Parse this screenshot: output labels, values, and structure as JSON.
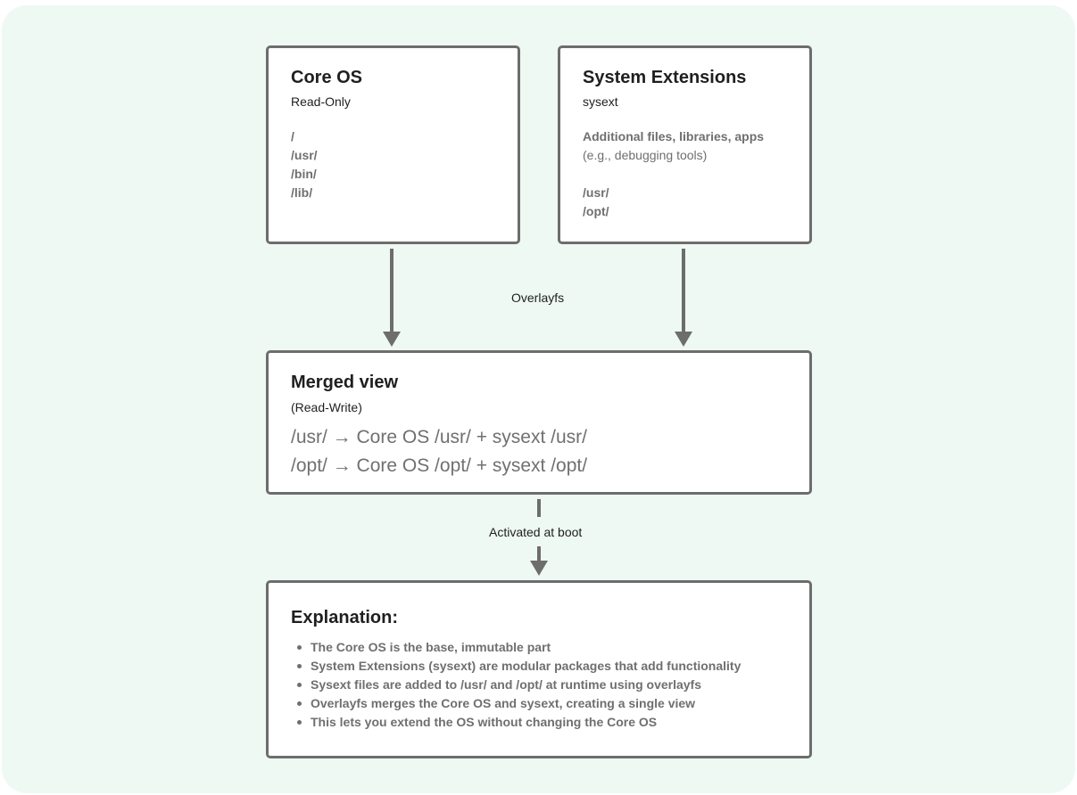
{
  "colors": {
    "background": "#eef9f4",
    "box_border": "#6d6d6d",
    "arrow": "#6d6d6d",
    "title_text": "#1f1f1f",
    "muted_text": "#6f6f6f"
  },
  "core_os": {
    "title": "Core OS",
    "subtitle": "Read-Only",
    "paths": [
      "/",
      "/usr/",
      "/bin/",
      "/lib/"
    ]
  },
  "system_extensions": {
    "title": "System Extensions",
    "subtitle": "sysext",
    "description_bold": "Additional files, libraries, apps",
    "description_plain": "(e.g., debugging tools)",
    "paths": [
      "/usr/",
      "/opt/"
    ]
  },
  "overlay_label": "Overlayfs",
  "merged_view": {
    "title": "Merged view",
    "subtitle": "(Read-Write)",
    "mappings": [
      "/usr/ → Core OS /usr/ + sysext /usr/",
      "/opt/ → Core OS /opt/ + sysext /opt/"
    ]
  },
  "boot_label": "Activated at boot",
  "explanation": {
    "title": "Explanation:",
    "items": [
      "The Core OS is the base, immutable part",
      "System Extensions (sysext) are modular packages that add functionality",
      "Sysext files are added to /usr/ and /opt/ at runtime using overlayfs",
      "Overlayfs merges the Core OS and sysext, creating a single view",
      "This lets you extend the OS without changing the Core OS"
    ]
  }
}
